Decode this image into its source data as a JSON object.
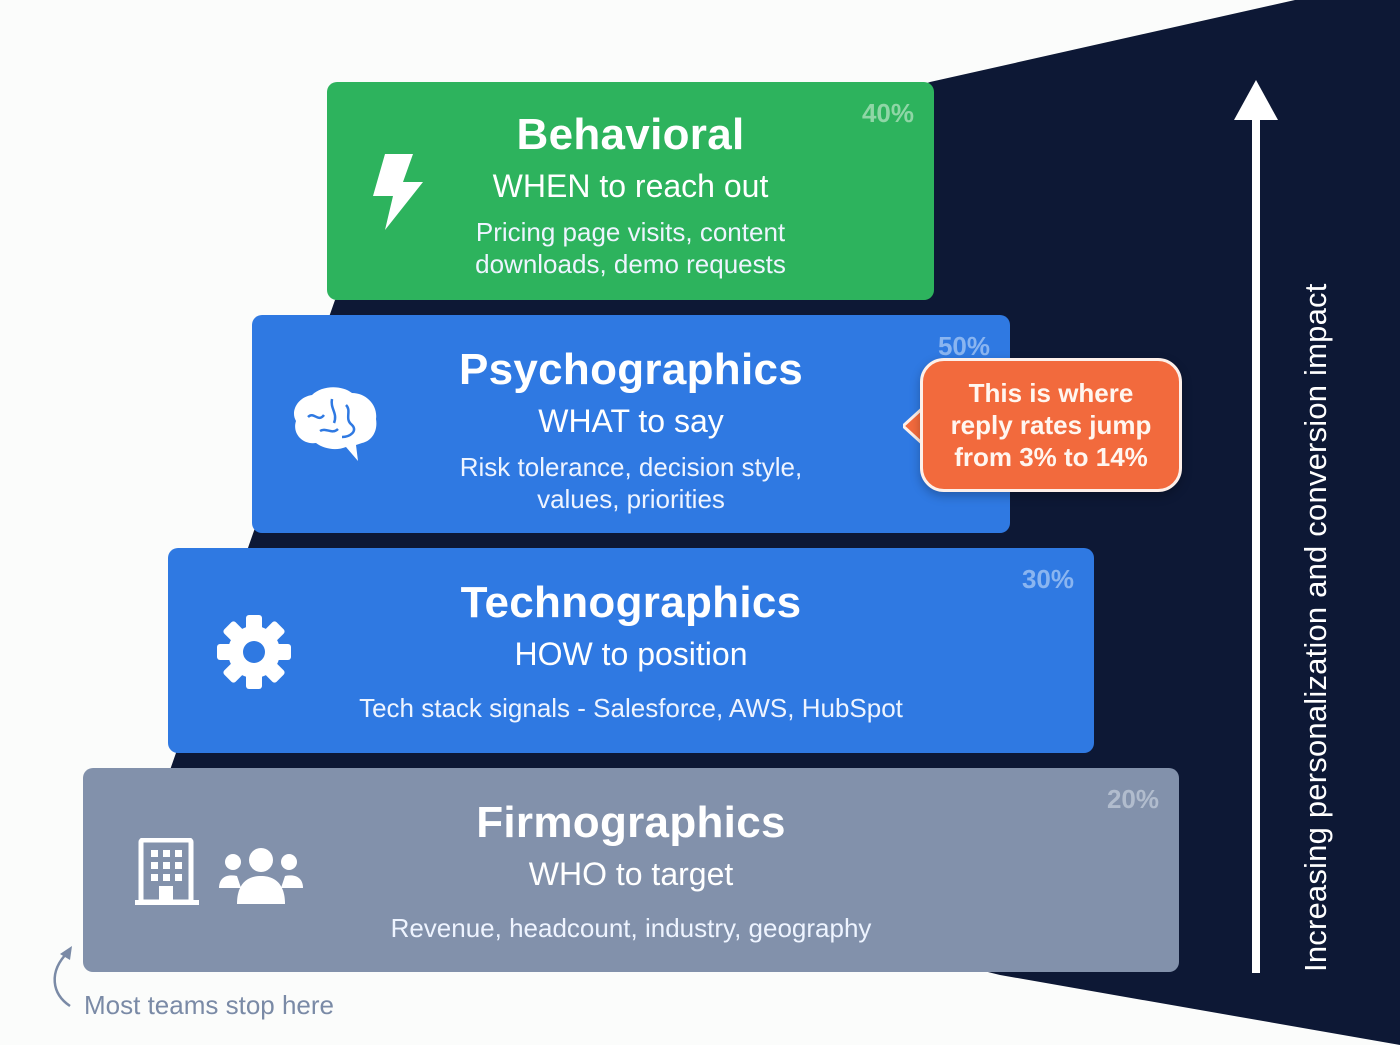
{
  "tiers": [
    {
      "key": "behavioral",
      "title": "Behavioral",
      "subtitle": "WHEN to reach out",
      "description_lines": [
        "Pricing page visits, content",
        "downloads, demo requests"
      ],
      "percent": "40%",
      "icon": "lightning-bolt-icon",
      "color": "#2db35d"
    },
    {
      "key": "psychographics",
      "title": "Psychographics",
      "subtitle": "WHAT to say",
      "description_lines": [
        "Risk tolerance, decision style,",
        "values, priorities"
      ],
      "percent": "50%",
      "icon": "brain-icon",
      "color": "#2f79e2"
    },
    {
      "key": "technographics",
      "title": "Technographics",
      "subtitle": "HOW to position",
      "description_lines": [
        "Tech stack signals - Salesforce, AWS, HubSpot"
      ],
      "percent": "30%",
      "icon": "gear-icon",
      "color": "#2f79e2"
    },
    {
      "key": "firmographics",
      "title": "Firmographics",
      "subtitle": "WHO to target",
      "description_lines": [
        "Revenue, headcount, industry, geography"
      ],
      "percent": "20%",
      "icons": [
        "building-icon",
        "people-group-icon"
      ],
      "color": "#8291ab"
    }
  ],
  "callout": {
    "lines": [
      "This is where",
      "reply rates jump",
      "from 3% to 14%"
    ],
    "color": "#f26a3d"
  },
  "axis": {
    "label": "Increasing personalization and conversion impact",
    "background": "#0d1835"
  },
  "note": {
    "text": "Most teams stop here"
  }
}
